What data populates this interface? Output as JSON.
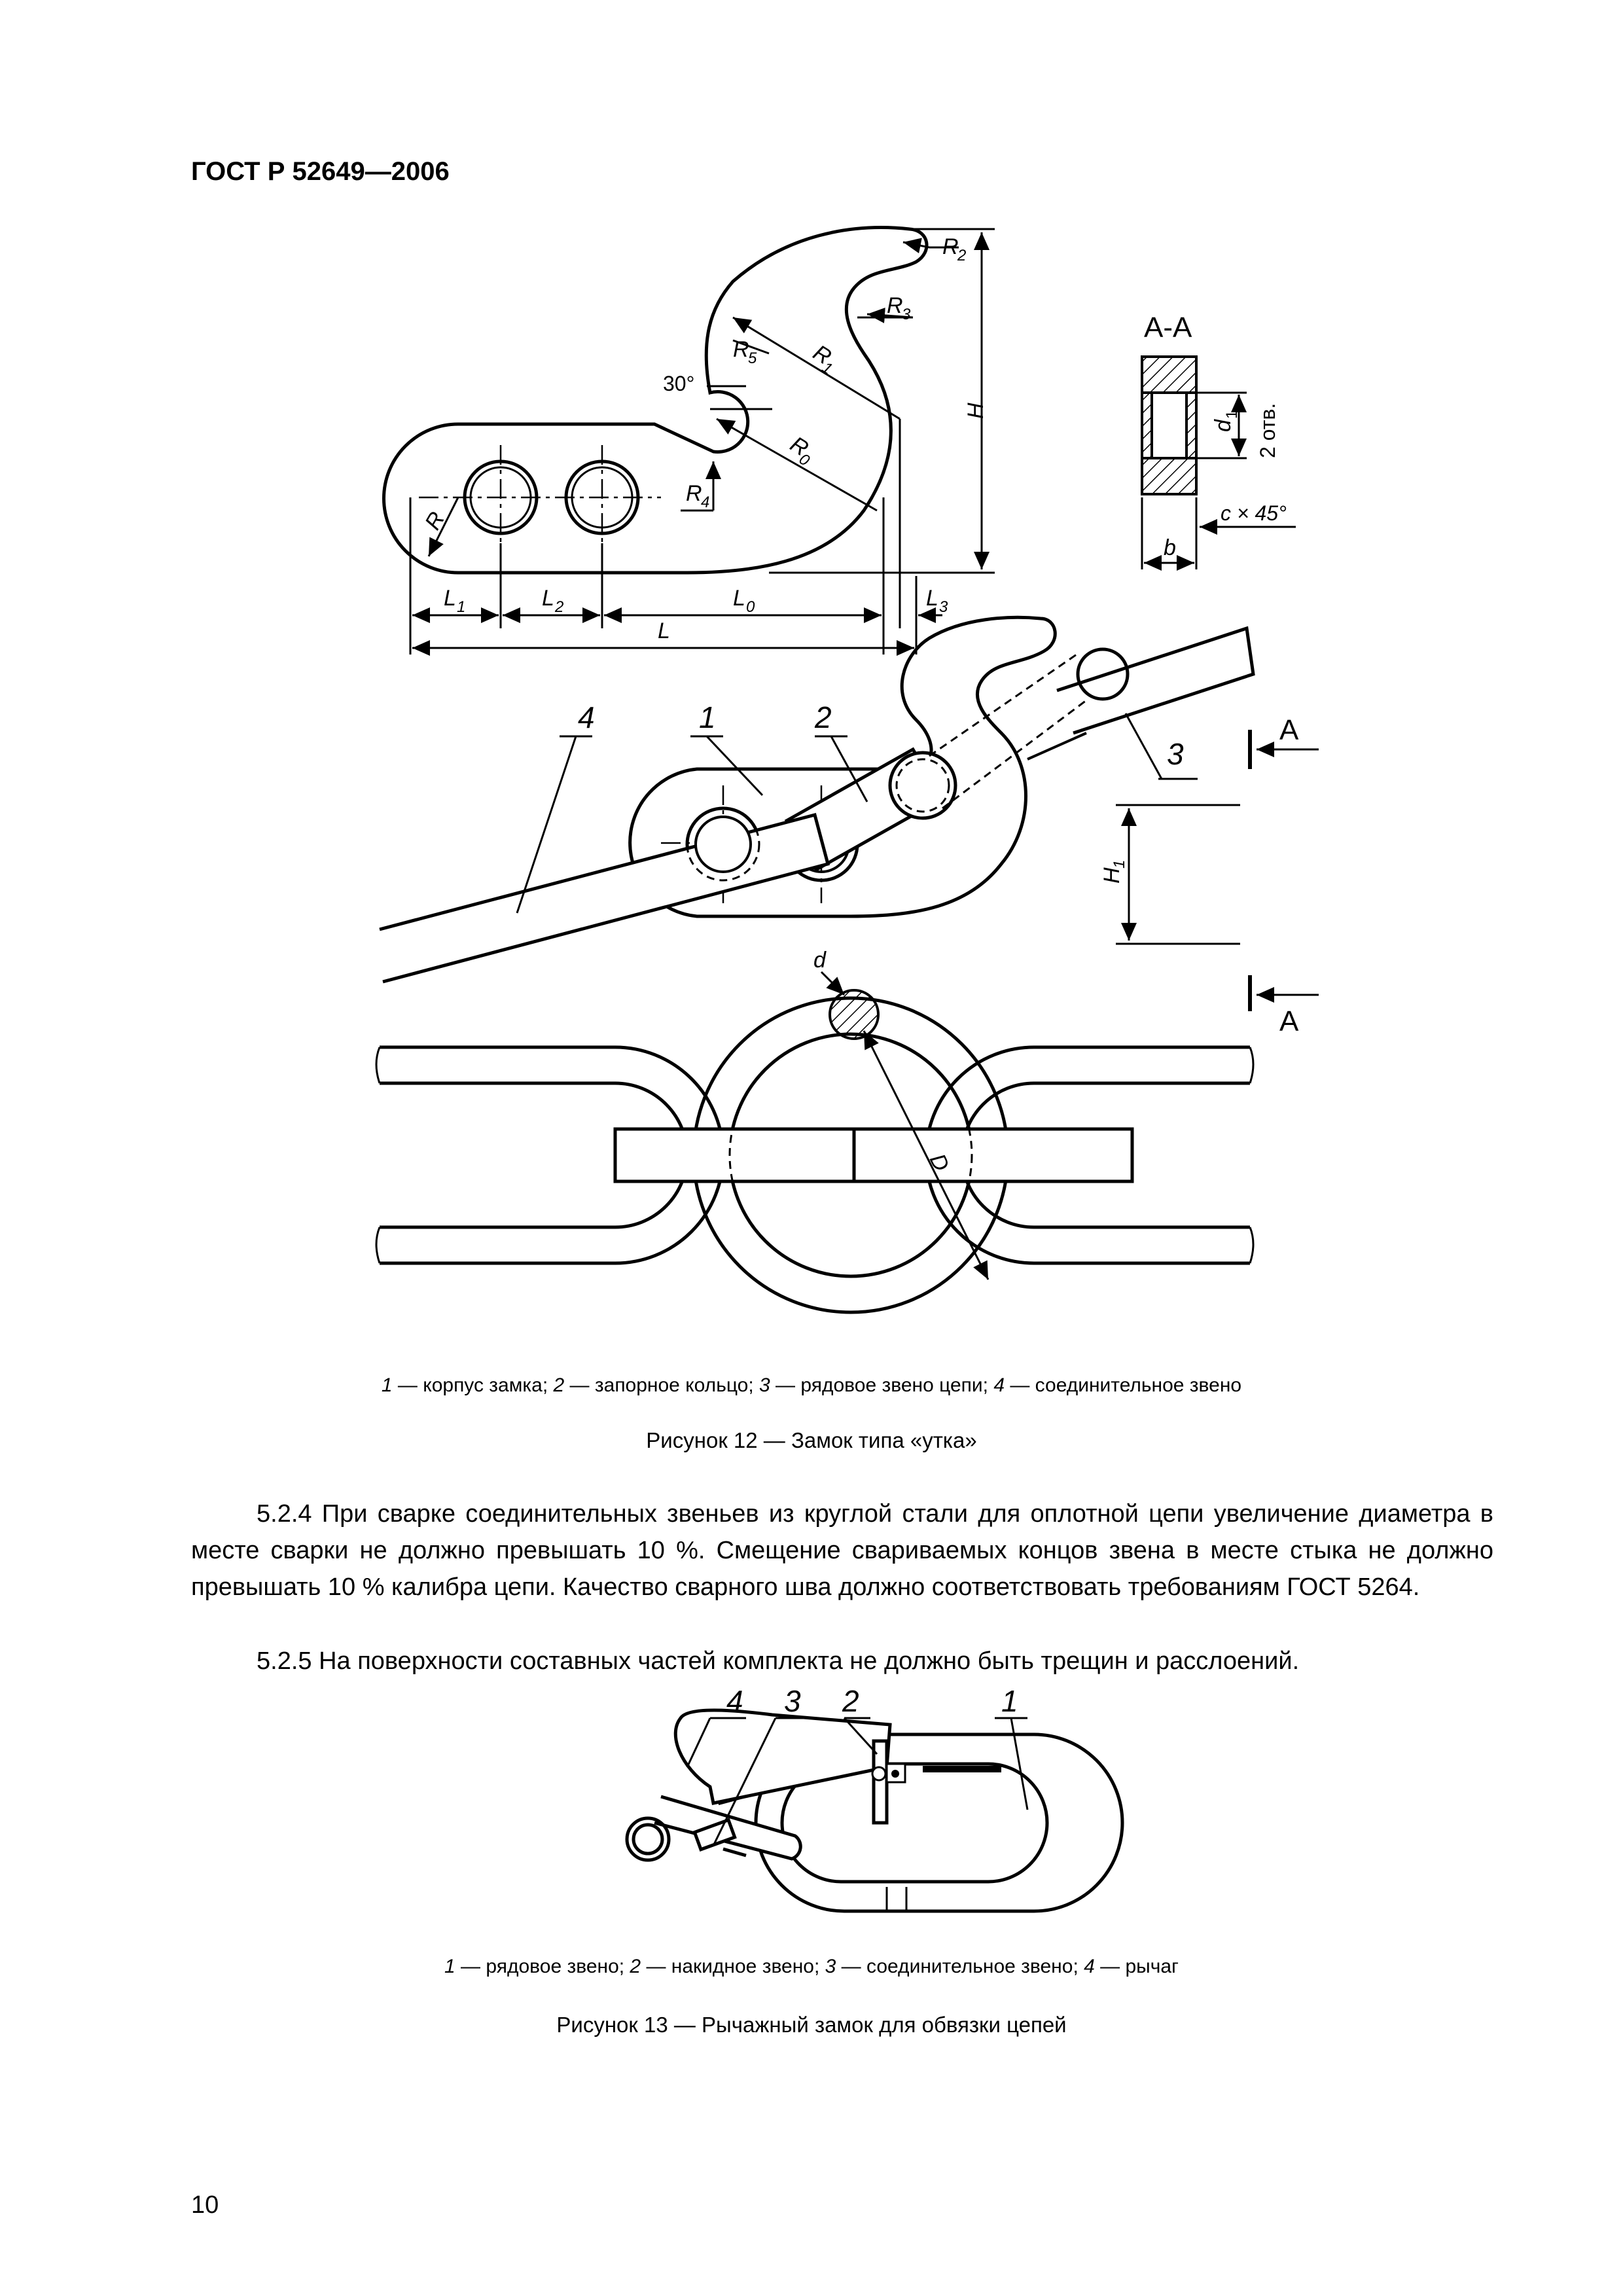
{
  "header": {
    "standard": "ГОСТ Р 52649—2006"
  },
  "figure12": {
    "labels": {
      "R2": "R",
      "R2sub": "2",
      "R3": "R",
      "R3sub": "3",
      "R5": "R",
      "R5sub": "5",
      "R1": "R",
      "R1sub": "1",
      "R0": "R",
      "R0sub": "0",
      "R4": "R",
      "R4sub": "4",
      "R": "R",
      "angle": "30°",
      "H": "H",
      "H1": "H",
      "H1sub": "1",
      "L1": "L",
      "L1sub": "1",
      "L2": "L",
      "L2sub": "2",
      "L0": "L",
      "L0sub": "0",
      "L3": "L",
      "L3sub": "3",
      "L": "L",
      "section": "А-А",
      "d1": "d",
      "d1sub": "1",
      "holes": "2 отв.",
      "chamfer": "c × 45°",
      "b": "b",
      "A_top": "А",
      "A_bottom": "А",
      "d": "d",
      "D": "D",
      "n1": "1",
      "n2": "2",
      "n3": "3",
      "n4": "4"
    },
    "legend": [
      {
        "num": "1",
        "text": " — корпус замка; "
      },
      {
        "num": "2",
        "text": " — запорное кольцо; "
      },
      {
        "num": "3",
        "text": " — рядовое звено цепи; "
      },
      {
        "num": "4",
        "text": " — соединительное звено"
      }
    ],
    "caption": "Рисунок 12 — Замок типа «утка»"
  },
  "paragraphs": {
    "p524": "5.2.4 При сварке соединительных звеньев из круглой стали для оплотной цепи увеличение диаметра в месте сварки не должно превышать 10 %. Смещение свариваемых концов звена в месте стыка не должно превышать 10 % калибра цепи. Качество сварного шва должно соответствовать требованиям ГОСТ 5264.",
    "p525": "5.2.5 На поверхности составных частей комплекта не должно быть трещин и расслоений."
  },
  "figure13": {
    "labels": {
      "n1": "1",
      "n2": "2",
      "n3": "3",
      "n4": "4"
    },
    "legend": [
      {
        "num": "1",
        "text": " — рядовое звено; "
      },
      {
        "num": "2",
        "text": " — накидное звено; "
      },
      {
        "num": "3",
        "text": " — соединительное звено; "
      },
      {
        "num": "4",
        "text": " — рычаг"
      }
    ],
    "caption": "Рисунок 13 — Рычажный замок для обвязки цепей"
  },
  "page_number": "10"
}
